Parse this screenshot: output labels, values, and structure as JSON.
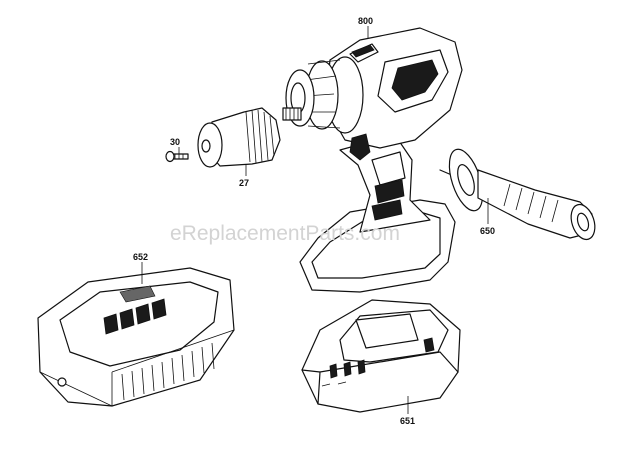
{
  "watermark": "eReplacementParts.com",
  "parts": [
    {
      "id": "800"
    },
    {
      "id": "30"
    },
    {
      "id": "27"
    },
    {
      "id": "650"
    },
    {
      "id": "652"
    },
    {
      "id": "651"
    }
  ]
}
